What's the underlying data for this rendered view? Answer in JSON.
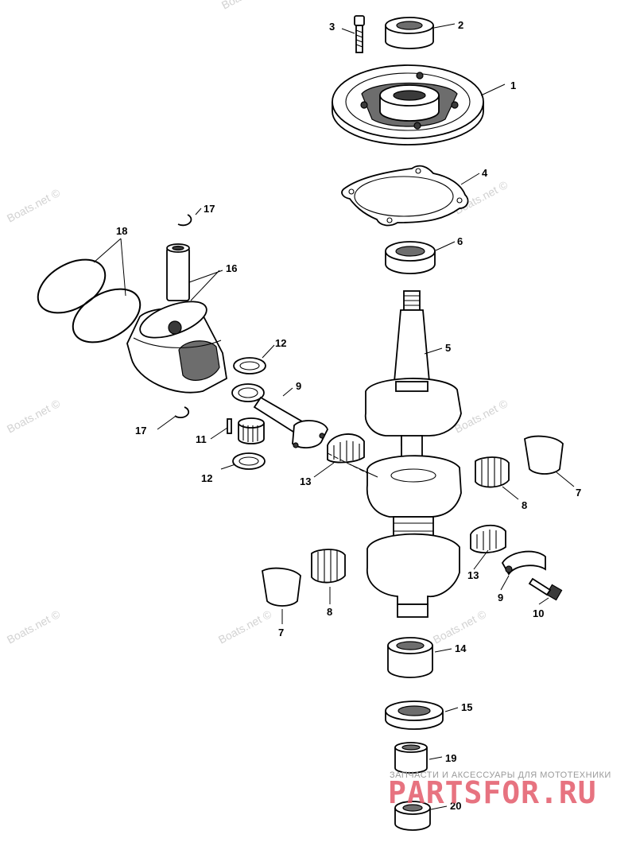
{
  "callouts": [
    {
      "label": "1"
    },
    {
      "label": "2"
    },
    {
      "label": "3"
    },
    {
      "label": "4"
    },
    {
      "label": "5"
    },
    {
      "label": "6"
    },
    {
      "label": "7"
    },
    {
      "label": "7"
    },
    {
      "label": "8"
    },
    {
      "label": "8"
    },
    {
      "label": "9"
    },
    {
      "label": "9"
    },
    {
      "label": "10"
    },
    {
      "label": "11"
    },
    {
      "label": "12"
    },
    {
      "label": "12"
    },
    {
      "label": "13"
    },
    {
      "label": "13"
    },
    {
      "label": "14"
    },
    {
      "label": "15"
    },
    {
      "label": "16"
    },
    {
      "label": "17"
    },
    {
      "label": "17"
    },
    {
      "label": "18"
    },
    {
      "label": "19"
    },
    {
      "label": "20"
    }
  ],
  "watermark": {
    "text": "Boats.net ©"
  },
  "brand": {
    "tagline": "ЗАПЧАСТИ И АКСЕССУАРЫ ДЛЯ МОТОТЕХНИКИ",
    "logo": "PARTSFOR.RU"
  }
}
